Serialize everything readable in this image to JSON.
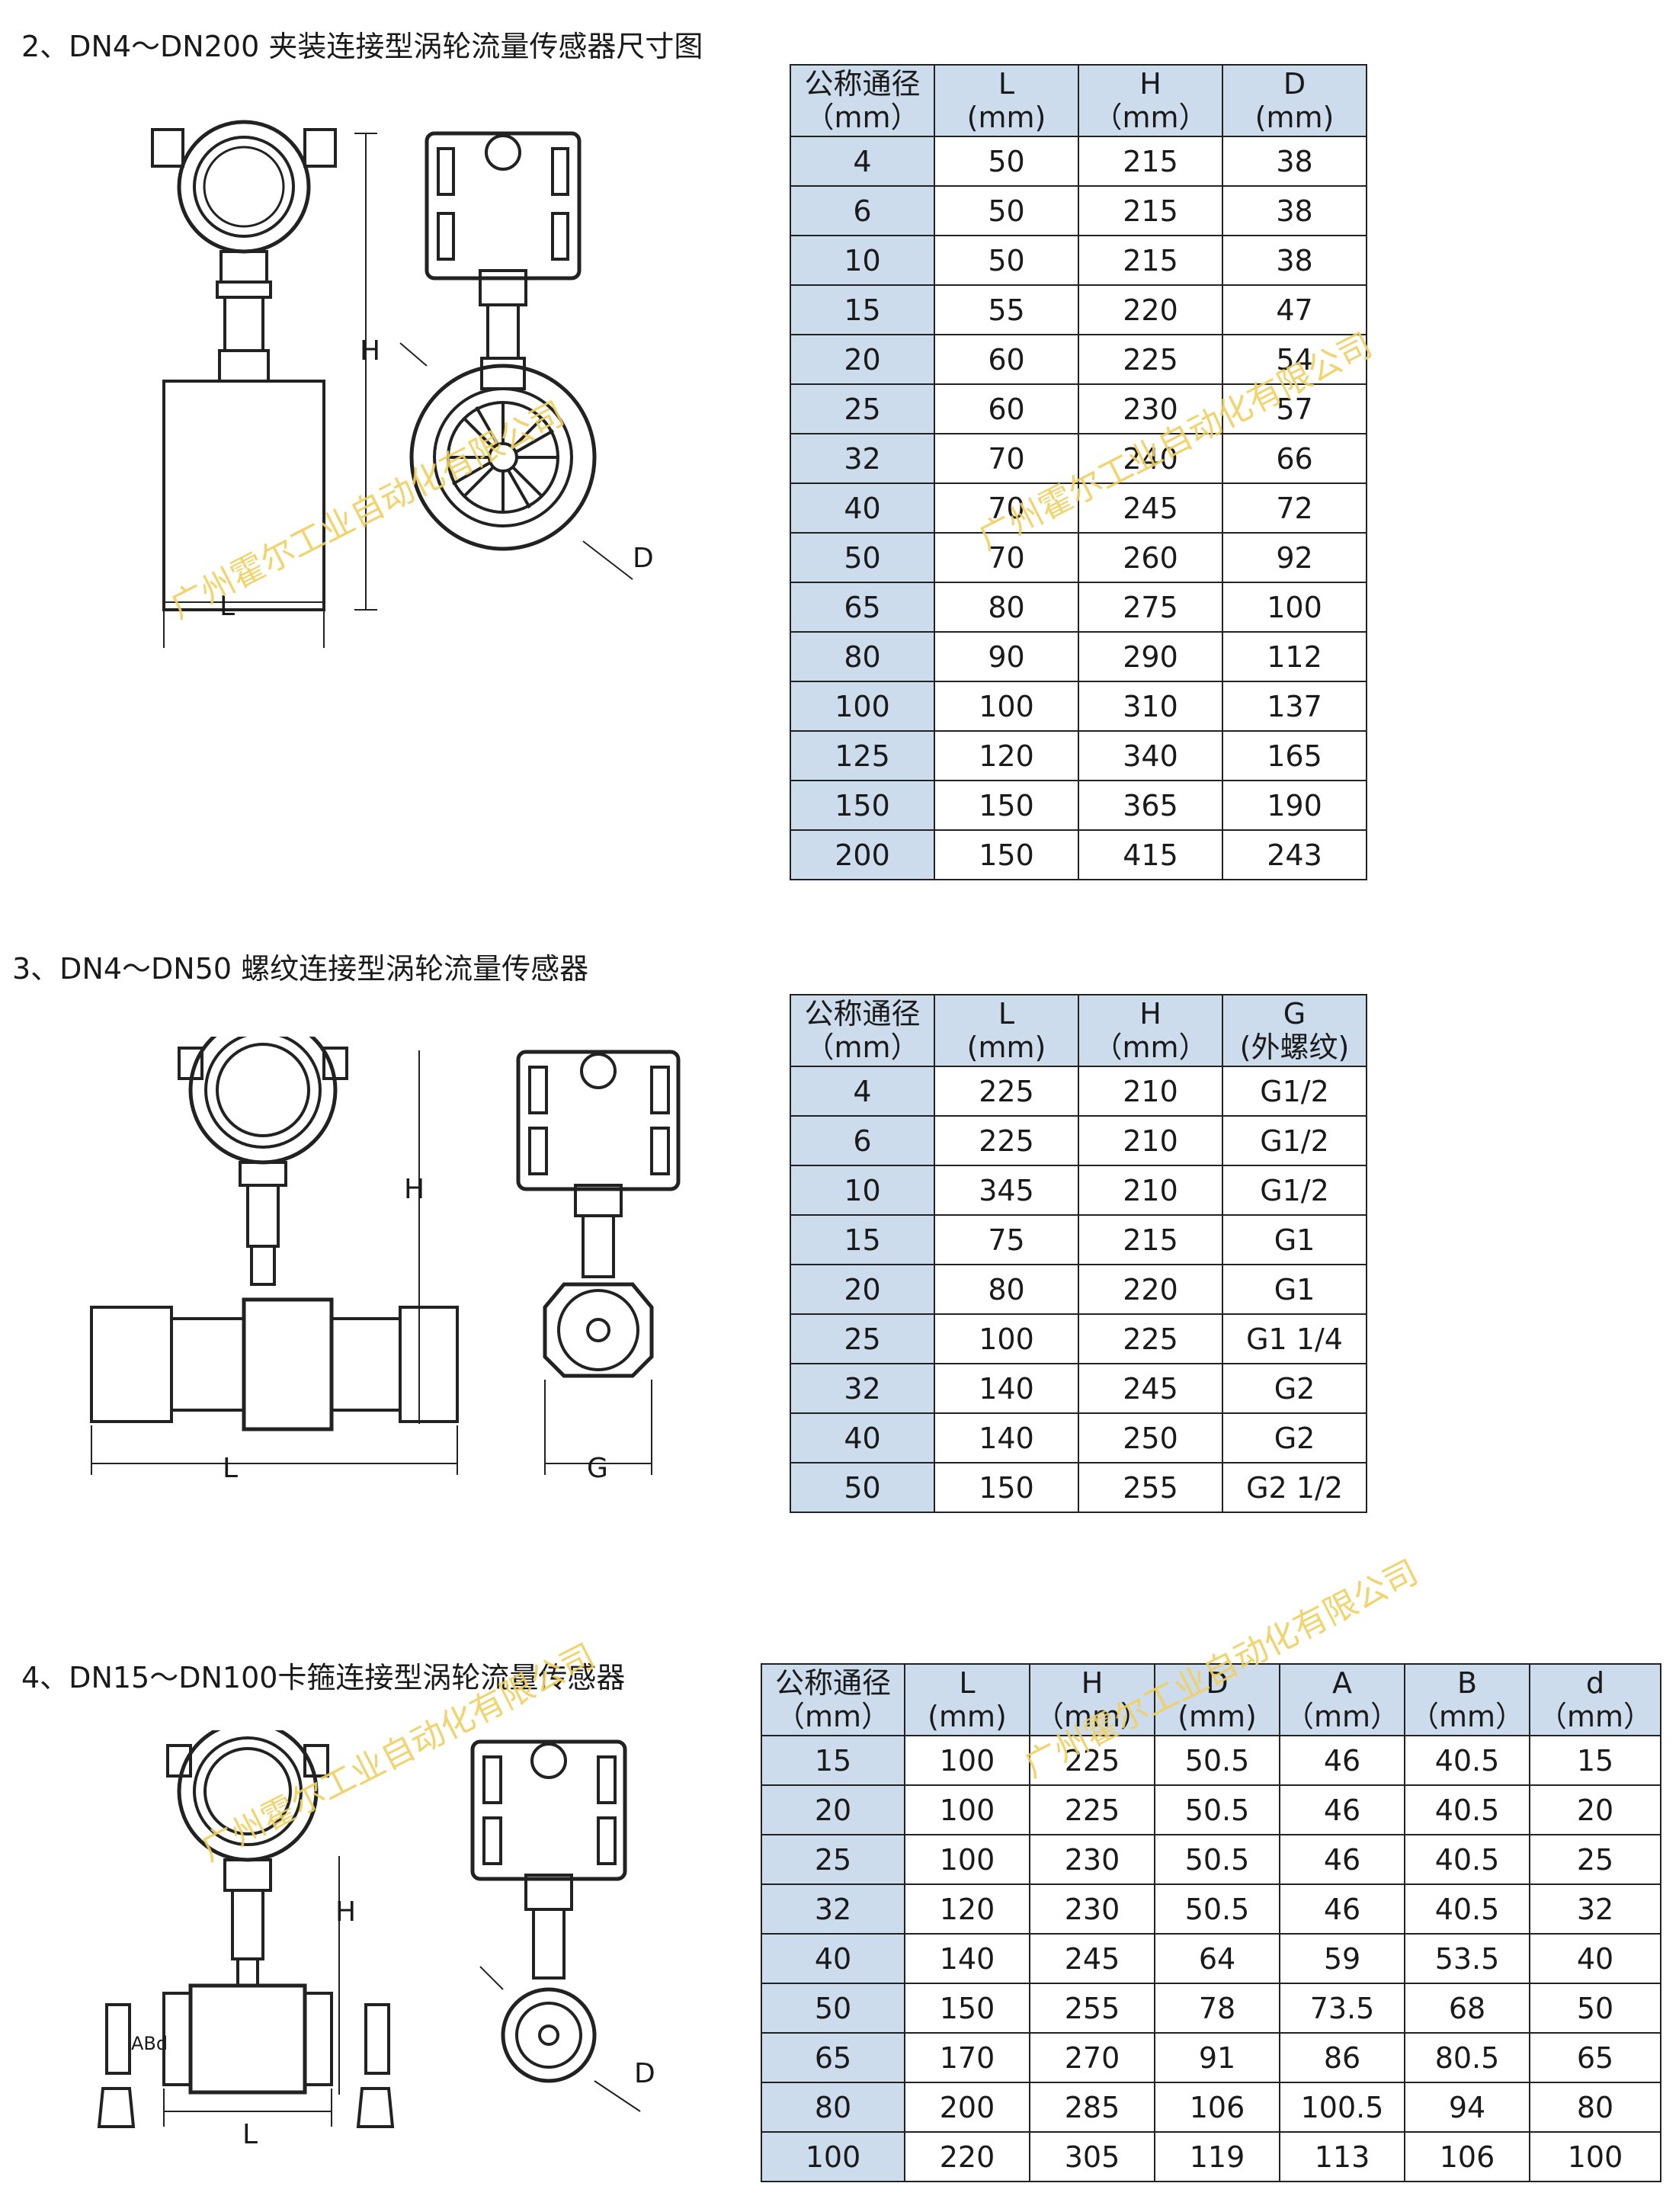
{
  "sections": [
    {
      "title": "2、DN4～DN200 夹装连接型涡轮流量传感器尺寸图",
      "headers": [
        [
          "公称通径",
          "（mm）"
        ],
        [
          "L",
          "(mm)"
        ],
        [
          "H",
          "（mm）"
        ],
        [
          "D",
          "(mm)"
        ]
      ],
      "rows": [
        [
          "4",
          "50",
          "215",
          "38"
        ],
        [
          "6",
          "50",
          "215",
          "38"
        ],
        [
          "10",
          "50",
          "215",
          "38"
        ],
        [
          "15",
          "55",
          "220",
          "47"
        ],
        [
          "20",
          "60",
          "225",
          "54"
        ],
        [
          "25",
          "60",
          "230",
          "57"
        ],
        [
          "32",
          "70",
          "240",
          "66"
        ],
        [
          "40",
          "70",
          "245",
          "72"
        ],
        [
          "50",
          "70",
          "260",
          "92"
        ],
        [
          "65",
          "80",
          "275",
          "100"
        ],
        [
          "80",
          "90",
          "290",
          "112"
        ],
        [
          "100",
          "100",
          "310",
          "137"
        ],
        [
          "125",
          "120",
          "340",
          "165"
        ],
        [
          "150",
          "150",
          "365",
          "190"
        ],
        [
          "200",
          "150",
          "415",
          "243"
        ]
      ],
      "drawing_labels": {
        "h": "H",
        "l": "L",
        "d": "D"
      }
    },
    {
      "title": "3、DN4～DN50 螺纹连接型涡轮流量传感器",
      "headers": [
        [
          "公称通径",
          "（mm）"
        ],
        [
          "L",
          "(mm)"
        ],
        [
          "H",
          "（mm）"
        ],
        [
          "G",
          "(外螺纹)"
        ]
      ],
      "rows": [
        [
          "4",
          "225",
          "210",
          "G1/2"
        ],
        [
          "6",
          "225",
          "210",
          "G1/2"
        ],
        [
          "10",
          "345",
          "210",
          "G1/2"
        ],
        [
          "15",
          "75",
          "215",
          "G1"
        ],
        [
          "20",
          "80",
          "220",
          "G1"
        ],
        [
          "25",
          "100",
          "225",
          "G1 1/4"
        ],
        [
          "32",
          "140",
          "245",
          "G2"
        ],
        [
          "40",
          "140",
          "250",
          "G2"
        ],
        [
          "50",
          "150",
          "255",
          "G2 1/2"
        ]
      ],
      "drawing_labels": {
        "h": "H",
        "l": "L",
        "g": "G"
      }
    },
    {
      "title": "4、DN15～DN100卡箍连接型涡轮流量传感器",
      "headers": [
        [
          "公称通径",
          "（mm）"
        ],
        [
          "L",
          "(mm)"
        ],
        [
          "H",
          "（mm）"
        ],
        [
          "D",
          "(mm)"
        ],
        [
          "A",
          "（mm）"
        ],
        [
          "B",
          "（mm）"
        ],
        [
          "d",
          "（mm）"
        ]
      ],
      "rows": [
        [
          "15",
          "100",
          "225",
          "50.5",
          "46",
          "40.5",
          "15"
        ],
        [
          "20",
          "100",
          "225",
          "50.5",
          "46",
          "40.5",
          "20"
        ],
        [
          "25",
          "100",
          "230",
          "50.5",
          "46",
          "40.5",
          "25"
        ],
        [
          "32",
          "120",
          "230",
          "50.5",
          "46",
          "40.5",
          "32"
        ],
        [
          "40",
          "140",
          "245",
          "64",
          "59",
          "53.5",
          "40"
        ],
        [
          "50",
          "150",
          "255",
          "78",
          "73.5",
          "68",
          "50"
        ],
        [
          "65",
          "170",
          "270",
          "91",
          "86",
          "80.5",
          "65"
        ],
        [
          "80",
          "200",
          "285",
          "106",
          "100.5",
          "94",
          "80"
        ],
        [
          "100",
          "220",
          "305",
          "119",
          "113",
          "106",
          "100"
        ]
      ],
      "drawing_labels": {
        "h": "H",
        "l": "L",
        "d": "D",
        "abd": "ABd"
      }
    }
  ],
  "watermark": "广州霍尔工业自动化有限公司"
}
